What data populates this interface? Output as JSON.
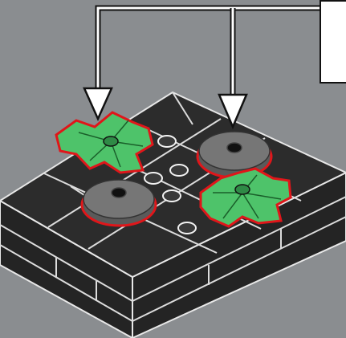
{
  "image": {
    "kind": "LEGO building instruction step",
    "background_color": "#8a8d90"
  },
  "callout": {
    "box_color": "#ffffff",
    "border_color": "#111111",
    "arrow_count": 2
  },
  "base": {
    "color": "#2a2a2a",
    "outline_color": "#e8e8e8"
  },
  "new_parts": {
    "highlight_color": "#e0161a",
    "items": [
      {
        "name": "leaf-plant-element",
        "color": "#4ec36a"
      },
      {
        "name": "round-tile-with-stud",
        "color": "#6f6f6f"
      },
      {
        "name": "round-tile-with-stud",
        "color": "#6f6f6f"
      },
      {
        "name": "leaf-plant-element",
        "color": "#4ec36a"
      }
    ]
  },
  "studs": {
    "color": "#3a3a3a",
    "ring_color": "#f2f2f2"
  }
}
